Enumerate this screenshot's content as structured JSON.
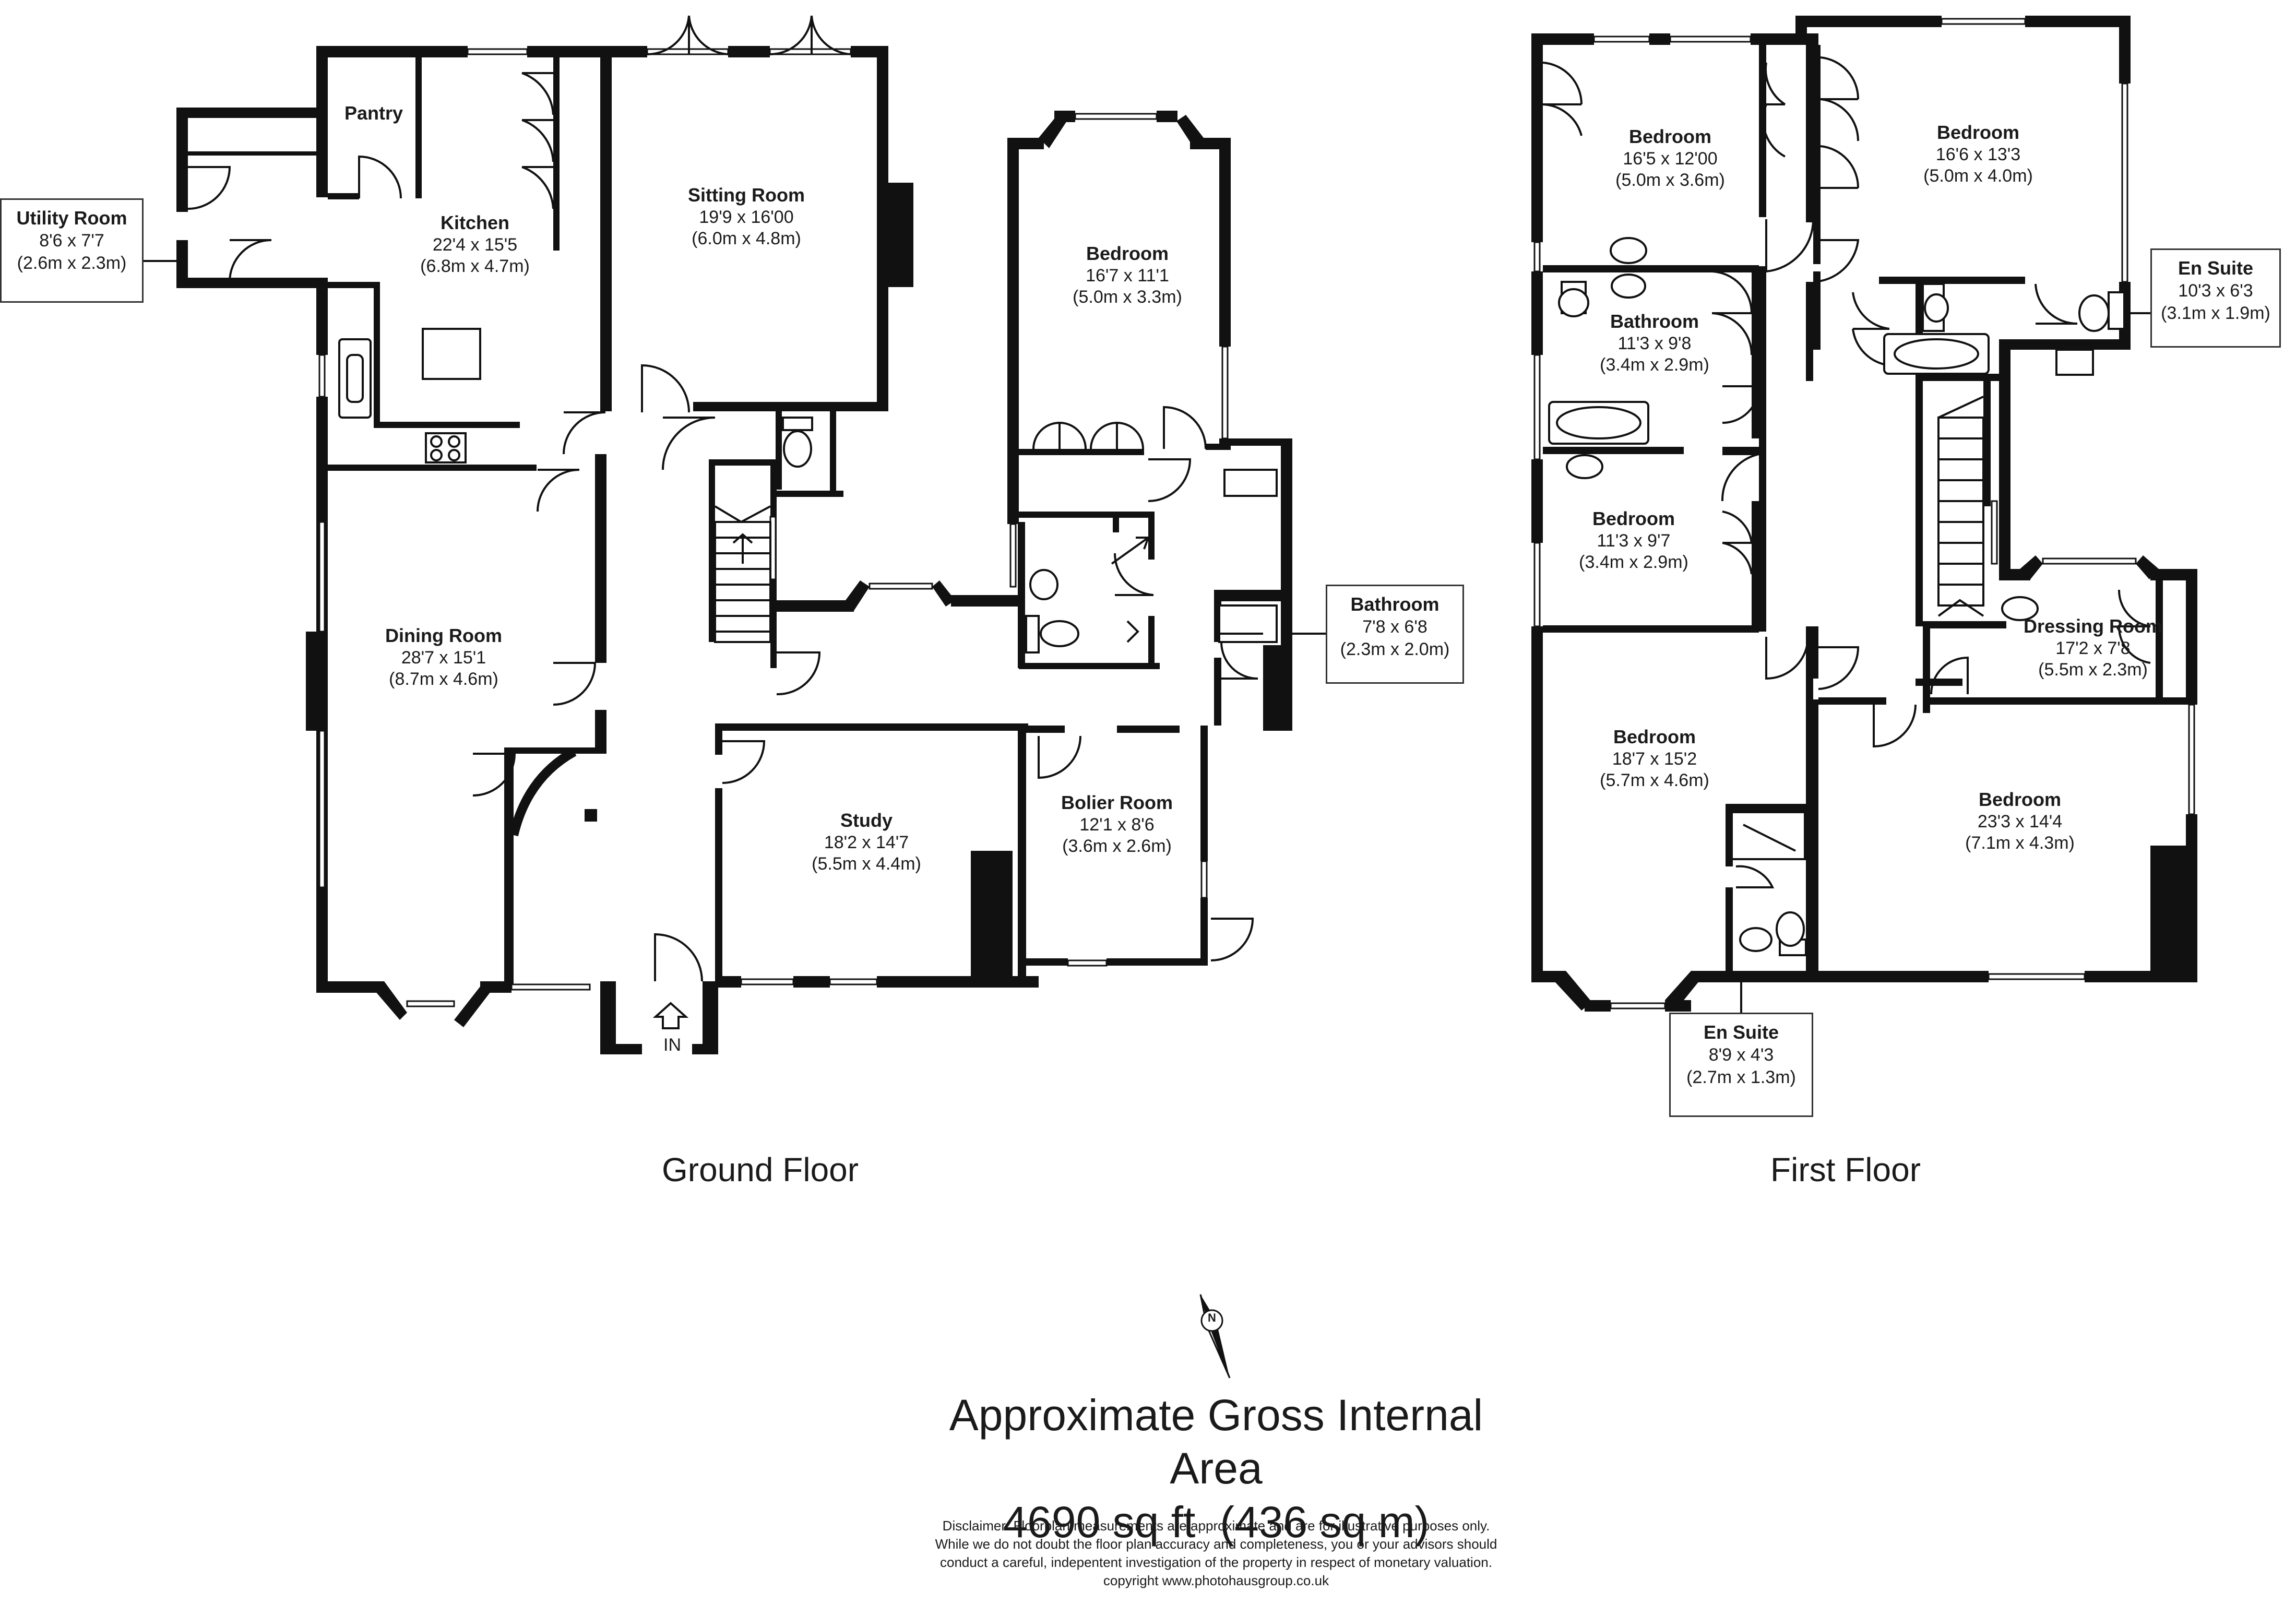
{
  "ground_floor": {
    "title": "Ground Floor",
    "rooms": {
      "utility": {
        "name": "Utility Room",
        "imperial": "8'6 x 7'7",
        "metric": "(2.6m x 2.3m)"
      },
      "pantry": {
        "name": "Pantry"
      },
      "kitchen": {
        "name": "Kitchen",
        "imperial": "22'4 x 15'5",
        "metric": "(6.8m x 4.7m)"
      },
      "sitting": {
        "name": "Sitting Room",
        "imperial": "19'9 x 16'00",
        "metric": "(6.0m x 4.8m)"
      },
      "bedroom": {
        "name": "Bedroom",
        "imperial": "16'7 x 11'1",
        "metric": "(5.0m x 3.3m)"
      },
      "dining": {
        "name": "Dining Room",
        "imperial": "28'7 x 15'1",
        "metric": "(8.7m x 4.6m)"
      },
      "bathroom": {
        "name": "Bathroom",
        "imperial": "7'8 x 6'8",
        "metric": "(2.3m x 2.0m)"
      },
      "study": {
        "name": "Study",
        "imperial": "18'2 x 14'7",
        "metric": "(5.5m x 4.4m)"
      },
      "boiler": {
        "name": "Bolier Room",
        "imperial": "12'1 x 8'6",
        "metric": "(3.6m x 2.6m)"
      }
    },
    "entrance": "IN"
  },
  "first_floor": {
    "title": "First Floor",
    "rooms": {
      "bed1": {
        "name": "Bedroom",
        "imperial": "16'5 x 12'00",
        "metric": "(5.0m x 3.6m)"
      },
      "bed2": {
        "name": "Bedroom",
        "imperial": "16'6 x 13'3",
        "metric": "(5.0m x 4.0m)"
      },
      "ensuite1": {
        "name": "En Suite",
        "imperial": "10'3 x 6'3",
        "metric": "(3.1m x 1.9m)"
      },
      "bathroom": {
        "name": "Bathroom",
        "imperial": "11'3 x 9'8",
        "metric": "(3.4m x 2.9m)"
      },
      "bed3": {
        "name": "Bedroom",
        "imperial": "11'3 x 9'7",
        "metric": "(3.4m x 2.9m)"
      },
      "dressing": {
        "name": "Dressing Room",
        "imperial": "17'2 x 7'8",
        "metric": "(5.5m x 2.3m)"
      },
      "bed4": {
        "name": "Bedroom",
        "imperial": "18'7 x 15'2",
        "metric": "(5.7m x 4.6m)"
      },
      "bed5": {
        "name": "Bedroom",
        "imperial": "23'3 x 14'4",
        "metric": "(7.1m x 4.3m)"
      },
      "ensuite2": {
        "name": "En Suite",
        "imperial": "8'9 x 4'3",
        "metric": "(2.7m x 1.3m)"
      }
    }
  },
  "compass_label": "N",
  "area": {
    "line1": "Approximate Gross Internal Area",
    "line2": "4690 sq ft  (436 sq m)"
  },
  "disclaimer": {
    "line1": "Disclaimer: Floorplan measurements are approximate and are for illustrative purposes only.",
    "line2": "While we do not doubt the floor plan accuracy and completeness, you or your advisors should",
    "line3": "conduct a careful, indepentent investigation of the property in respect of monetary valuation.",
    "line4": "copyright www.photohausgroup.co.uk"
  }
}
